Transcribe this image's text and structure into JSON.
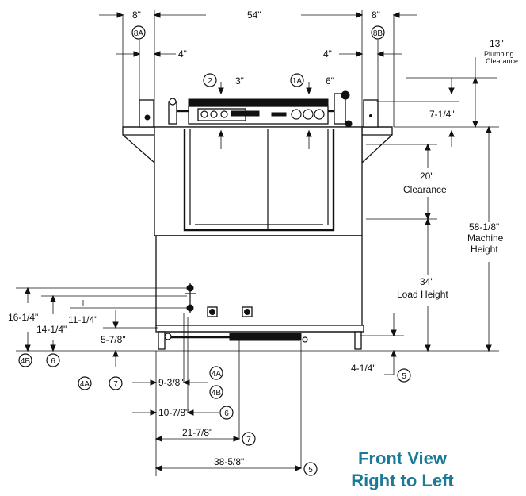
{
  "dimensions": {
    "width_overall": "54\"",
    "left_side_width": "8\"",
    "right_side_width": "8\"",
    "left_inset": "4\"",
    "right_inset": "4\"",
    "drain_offset": "3\"",
    "hood_offset": "6\"",
    "plumbing_clearance_value": "13\"",
    "plumbing_clearance_label_1": "Plumbing",
    "plumbing_clearance_label_2": "Clearance",
    "table_height": "7-1/4\"",
    "clearance_value": "20\"",
    "clearance_label": "Clearance",
    "machine_height_value": "58-1/8\"",
    "machine_height_label_1": "Machine",
    "machine_height_label_2": "Height",
    "load_height_value": "34\"",
    "load_height_label": "Load Height",
    "h_16_1_4": "16-1/4\"",
    "h_14_1_4": "14-1/4\"",
    "h_11_1_4": "11-1/4\"",
    "h_5_7_8": "5-7/8\"",
    "h_4_1_4": "4-1/4\"",
    "w_9_3_8": "9-3/8\"",
    "w_10_7_8": "10-7/8\"",
    "w_21_7_8": "21-7/8\"",
    "w_38_5_8": "38-5/8\""
  },
  "callouts": {
    "c8A": "8A",
    "c8B": "8B",
    "c2": "2",
    "c1A": "1A",
    "c4B_left": "4B",
    "c6_left": "6",
    "c4A_left": "4A",
    "c7_left": "7",
    "c4A_mid": "4A",
    "c4B_mid": "4B",
    "c6_mid": "6",
    "c7_mid": "7",
    "c5_right": "5",
    "c5_bottom": "5"
  },
  "title": {
    "line1": "Front View",
    "line2": "Right to Left"
  },
  "colors": {
    "title": "#1b7a96",
    "line": "#111111"
  }
}
